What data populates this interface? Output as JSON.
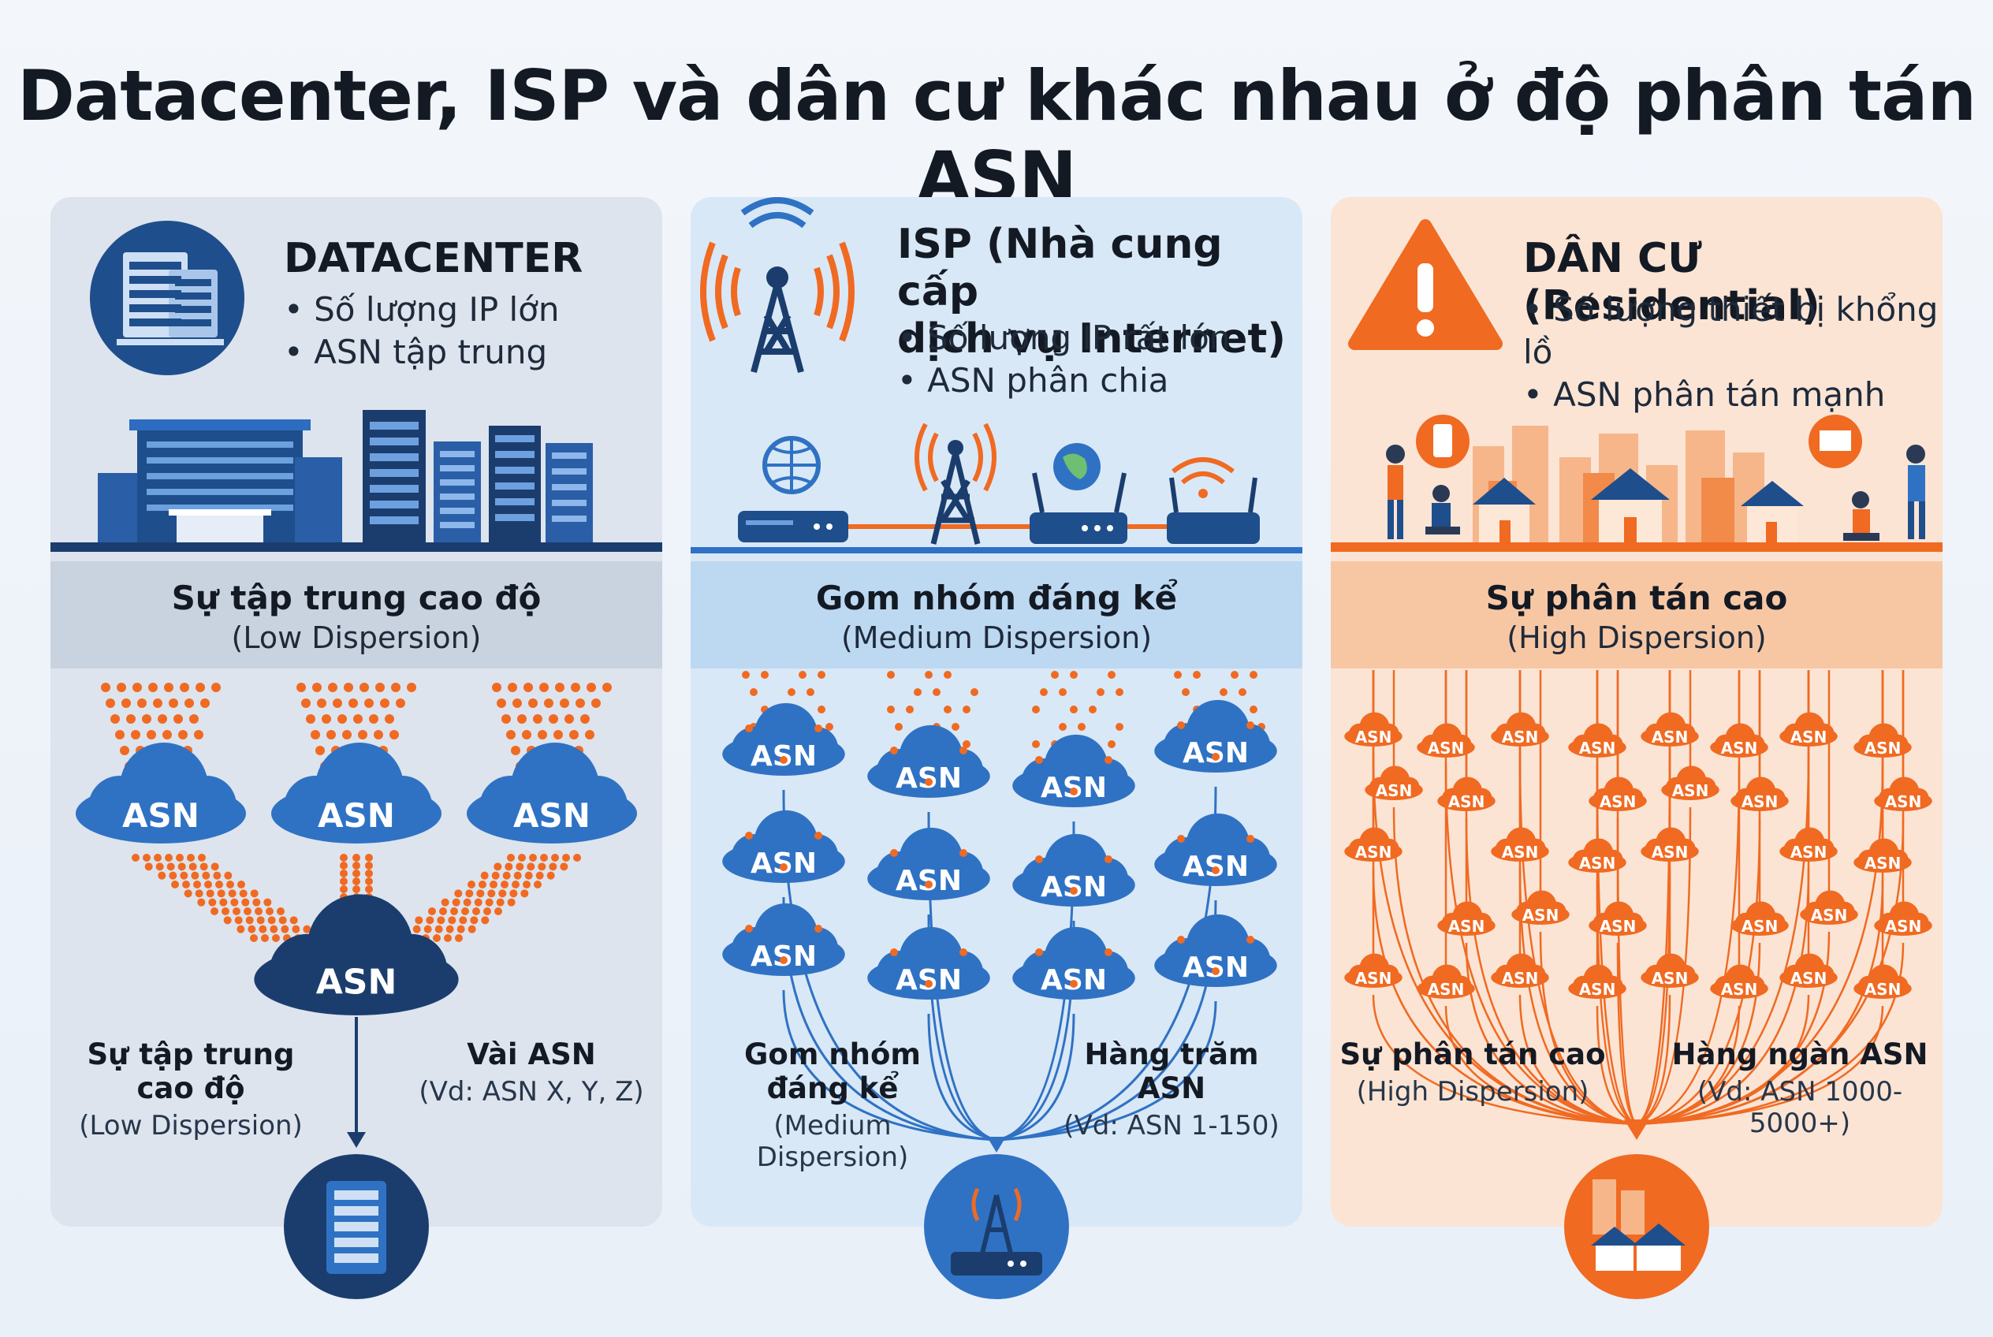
{
  "title": "Datacenter, ISP và dân cư khác nhau ở độ phân tán ASN",
  "columns": [
    {
      "heading": "DATACENTER",
      "bullets": [
        "Số lượng IP lớn",
        "ASN tập trung"
      ],
      "band_title": "Sự tập trung cao độ",
      "band_sub": "(Low Dispersion)",
      "caption_left_title": "Sự tập trung cao độ",
      "caption_left_sub": "(Low Dispersion)",
      "caption_right_title": "Vài ASN",
      "caption_right_sub": "(Vd: ASN X, Y, Z)",
      "accent": "#1f4e8c",
      "icon": "building-icon"
    },
    {
      "heading_line1": "ISP (Nhà cung cấp",
      "heading_line2": "dịch vụ Internet)",
      "bullets": [
        "Số lượng IP rất lớn",
        "ASN phân chia"
      ],
      "band_title": "Gom nhóm đáng kể",
      "band_sub": "(Medium Dispersion)",
      "caption_left_title": "Gom nhóm đáng kể",
      "caption_left_sub": "(Medium Dispersion)",
      "caption_right_title": "Hàng trăm ASN",
      "caption_right_sub": "(Vd: ASN 1-150)",
      "accent": "#2f72c4",
      "icon": "antenna-tower-icon"
    },
    {
      "heading": "DÂN CƯ (Residential)",
      "bullets": [
        "Số lượng thiết bị khổng lồ",
        "ASN phân tán mạnh"
      ],
      "band_title": "Sự phân tán cao",
      "band_sub": "(High Dispersion)",
      "caption_left_title": "Sự phân tán cao",
      "caption_left_sub": "(High Dispersion)",
      "caption_right_title": "Hàng ngàn ASN",
      "caption_right_sub": "(Vd: ASN 1000-5000+)",
      "accent": "#f06a22",
      "icon": "warning-icon"
    }
  ],
  "asn_label": "ASN",
  "colors": {
    "navy": "#1b3d6e",
    "blue": "#2f72c4",
    "orange": "#f06a22",
    "text": "#141a24"
  }
}
